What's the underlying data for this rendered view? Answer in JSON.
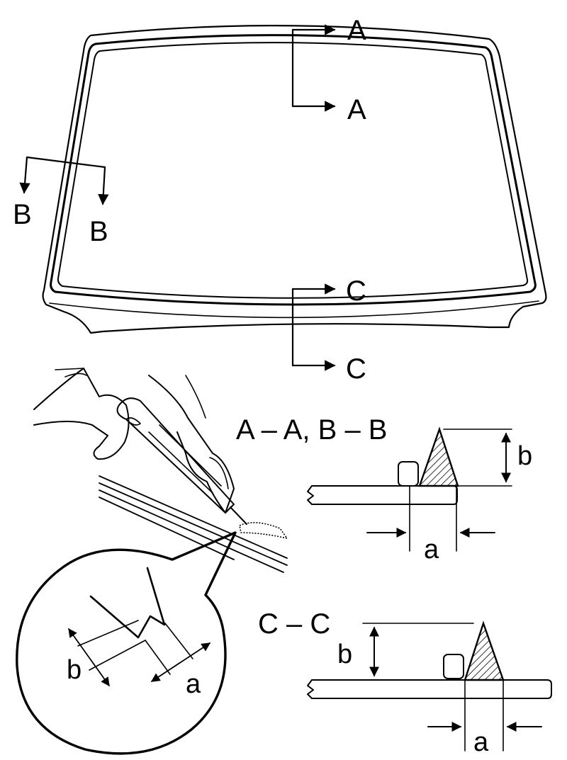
{
  "windshield": {
    "section_a_top": "A",
    "section_a_bottom": "A",
    "section_b_left": "B",
    "section_b_right": "B",
    "section_c_top": "C",
    "section_c_bottom": "C"
  },
  "detail_ab": {
    "title": "A – A, B – B",
    "dim_b": "b",
    "dim_a": "a"
  },
  "detail_cc": {
    "title": "C – C",
    "dim_b": "b",
    "dim_a": "a"
  },
  "zoom_circle": {
    "dim_b": "b",
    "dim_a": "a"
  },
  "colors": {
    "line": "#000000",
    "background": "#ffffff"
  }
}
